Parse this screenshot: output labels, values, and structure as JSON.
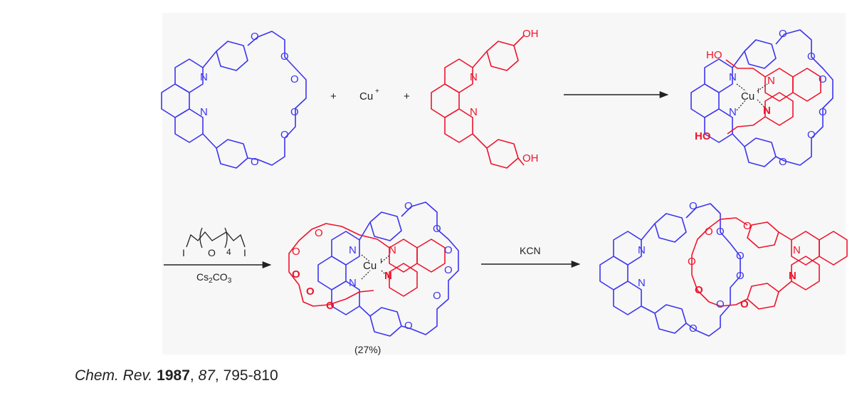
{
  "colors": {
    "blue": "#3c34f0",
    "red": "#f0132b",
    "black": "#222222",
    "panel": "#f7f7f7"
  },
  "atoms": {
    "nitrogen": "N",
    "oxygen": "O",
    "hydroxyl": "OH",
    "hydroxyl_left": "HO",
    "copper_complex": "Cu",
    "copper_ox": "I"
  },
  "row1": {
    "plus_1": "+",
    "reagent_cu": "Cu",
    "reagent_cu_charge": "+",
    "plus_2": "+"
  },
  "row2": {
    "step1": {
      "reagent_iodide": "I",
      "reagent_ether_o": "O",
      "reagent_repeat": "4",
      "reagent_iodide_2": "I",
      "base_cs": "Cs",
      "base_sub2": "2",
      "base_co": "CO",
      "base_sub3": "3"
    },
    "step2": {
      "reagent": "KCN"
    },
    "yield": "(27%)"
  },
  "citation": {
    "journal": "Chem. Rev.",
    "year": "1987",
    "volume": "87",
    "pages": "795-810"
  }
}
